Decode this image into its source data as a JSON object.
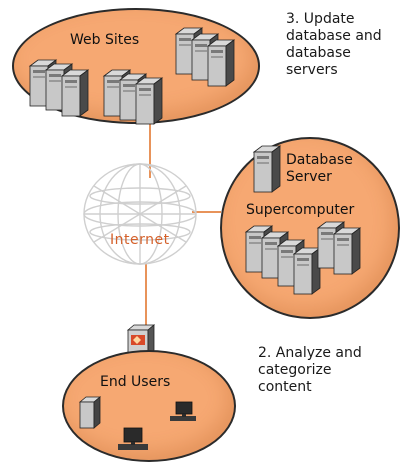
{
  "nodes": {
    "web_sites": "Web Sites",
    "database_server": "Database Server",
    "supercomputer": "Supercomputer",
    "internet": "Internet",
    "end_users": "End Users"
  },
  "annotations": {
    "step3": "3. Update\ndatabase and\ndatabase\nservers",
    "step2": "2. Analyze and\ncategorize\ncontent"
  },
  "colors": {
    "ellipse_fill": "#f6a872",
    "outline": "#2b2b2b",
    "internet_text": "#d4602a",
    "globe_lines": "#cfcfcf"
  },
  "icons": [
    "server-tower-icon",
    "desktop-computer-icon",
    "globe-icon",
    "firewall-server-icon"
  ]
}
